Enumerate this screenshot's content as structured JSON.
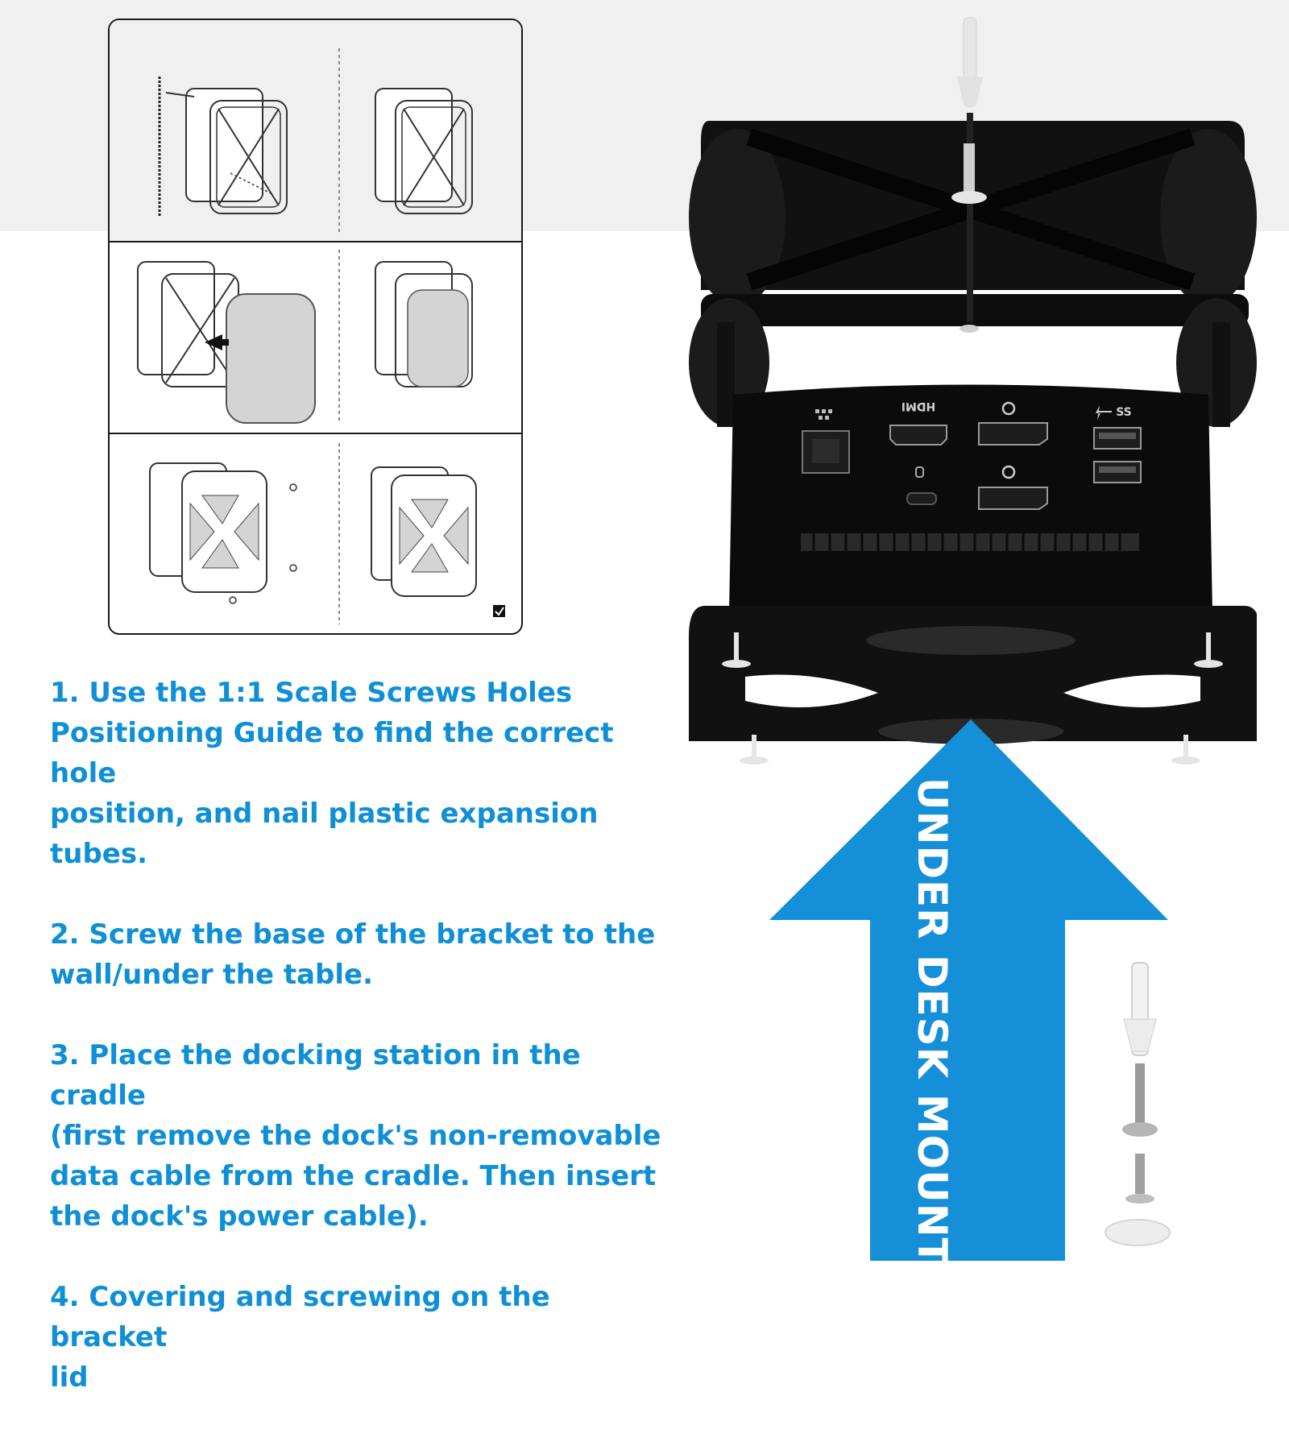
{
  "colors": {
    "accent": "#0e8fd6",
    "arrow": "#1590d8",
    "panel_bg": "#f0f0f0",
    "mount": "#111111"
  },
  "instructions": [
    "1. Use the 1:1 Scale Screws Holes\nPositioning Guide to find the correct hole\nposition, and nail plastic expansion\ntubes.",
    "2. Screw the base of the bracket to the\nwall/under the table.",
    "3. Place the docking station in the cradle\n(first remove the dock's non-removable\ndata cable from the cradle. Then insert\nthe dock's power cable).",
    "4. Covering and screwing on the bracket\nlid"
  ],
  "arrow_label": "UNDER DESK MOUNT",
  "port_labels": {
    "hdmi": "HDMI",
    "usb": "SS"
  },
  "icons": [
    "ethernet-icon",
    "displayport-icon",
    "lock-slot-icon",
    "usb-ss-icon",
    "check-icon"
  ]
}
